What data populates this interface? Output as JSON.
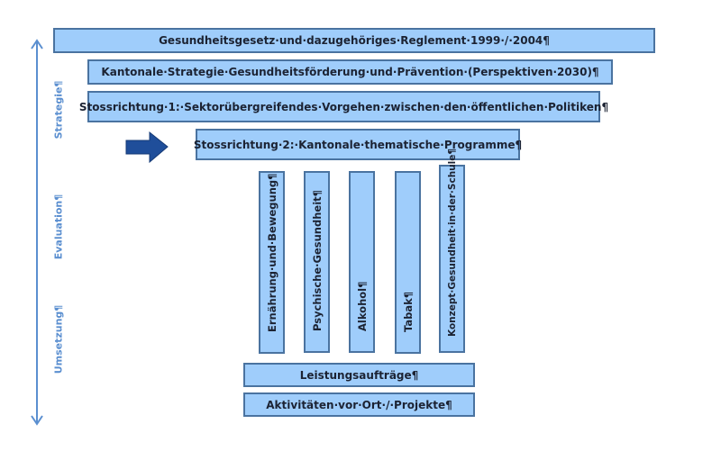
{
  "axis": {
    "labels": [
      "Strategie¶",
      "Evaluation¶",
      "Umsetzung¶"
    ]
  },
  "boxes": {
    "law": "Gesundheitsgesetz·und·dazugehöriges·Reglement·1999·/·2004¶",
    "strategy": "Kantonale·Strategie·Gesundheitsförderung·und·Prävention·(Perspektiven·2030)¶",
    "thrust1": "Stossrichtung·1:·Sektorübergreifendes·Vorgehen·zwischen·den·öffentlichen·Politiken¶",
    "thrust2": "Stossrichtung·2:·Kantonale·thematische·Programme¶",
    "mandates": "Leistungsaufträge¶",
    "activities": "Aktivitäten·vor·Ort·/·Projekte¶"
  },
  "programs": [
    "Ernährung·und·Bewegung¶",
    "Psychische·Gesundheit¶",
    "Alkohol¶",
    "Tabak¶",
    "Konzept·Gesundheit·in·der·Schule¶"
  ],
  "colors": {
    "fill": "#9fcdfb",
    "border": "#4a73a0",
    "arrow": "#1f4e9a",
    "axis": "#5b8fd0"
  }
}
